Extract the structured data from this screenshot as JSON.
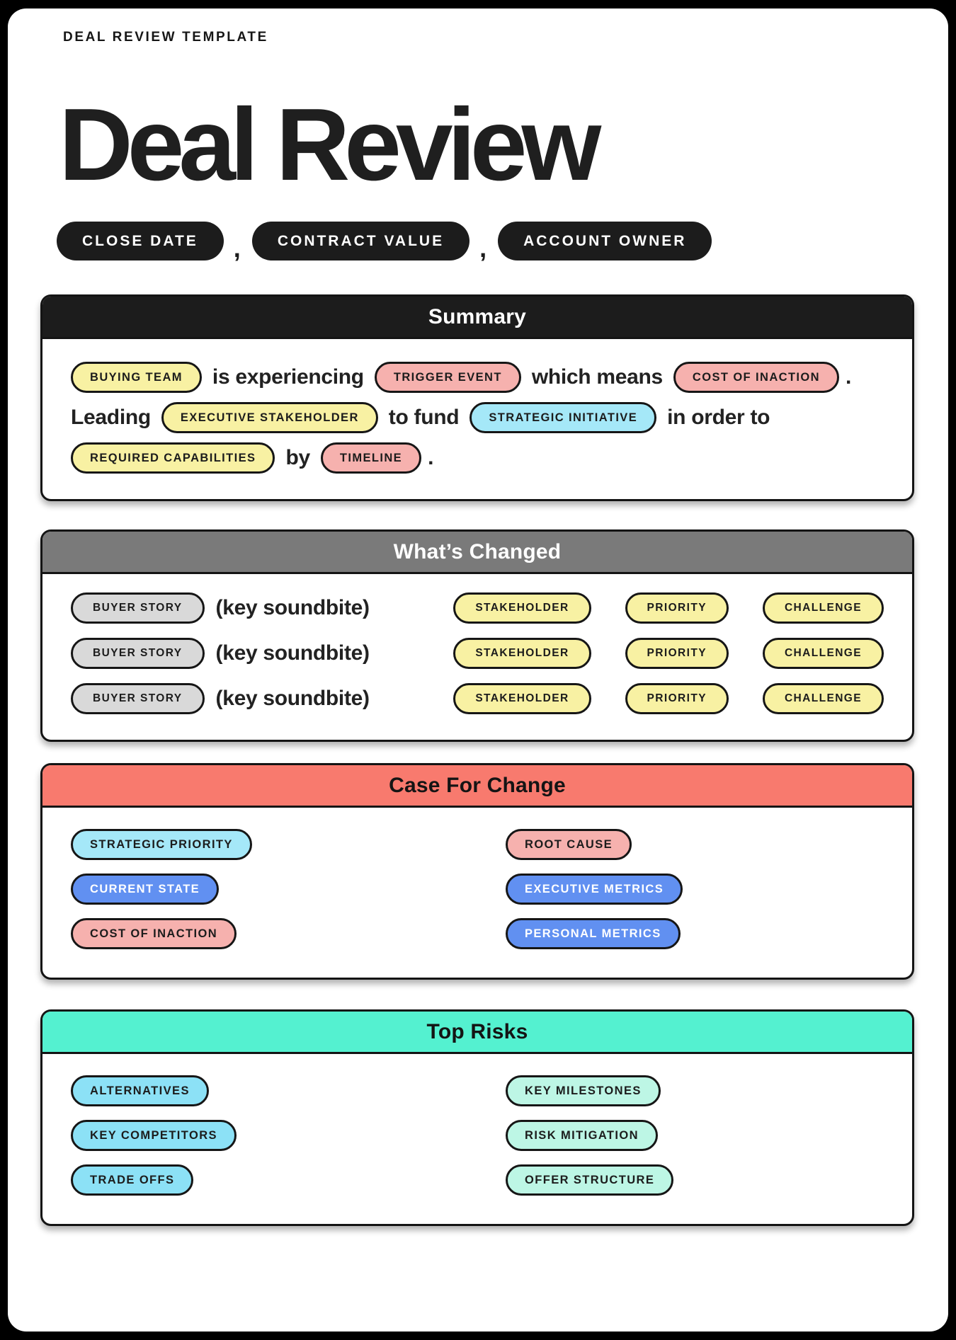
{
  "page": {
    "kicker": "DEAL REVIEW TEMPLATE",
    "title": "Deal Review"
  },
  "meta": {
    "separator": ",",
    "pills": [
      "CLOSE DATE",
      "CONTRACT VALUE",
      "ACCOUNT OWNER"
    ]
  },
  "colors": {
    "frame": "#000000",
    "ink": "#1C1C1C",
    "header_black": "#1C1C1C",
    "header_gray": "#7A7A7A",
    "header_red": "#F87A6E",
    "header_teal": "#54F1D0",
    "pill_yellow": "#F8F1A3",
    "pill_pink": "#F6B1AE",
    "pill_sky_light": "#A5E8F8",
    "pill_sky": "#8CE1F6",
    "pill_mint": "#BDF6E5",
    "pill_blue": "#6190F1",
    "pill_gray": "#D9D9D9"
  },
  "summary": {
    "header": "Summary",
    "line1": [
      {
        "text": "BUYING TEAM"
      },
      {
        "text": "is experiencing"
      },
      {
        "text": "TRIGGER EVENT"
      },
      {
        "text": "which means"
      },
      {
        "text": "COST OF INACTION"
      },
      {
        "text": "."
      }
    ],
    "line2": [
      {
        "text": "Leading"
      },
      {
        "text": "EXECUTIVE STAKEHOLDER"
      },
      {
        "text": "to fund"
      },
      {
        "text": "STRATEGIC INITIATIVE"
      },
      {
        "text": "in order to"
      }
    ],
    "line3": [
      {
        "text": "REQUIRED CAPABILITIES"
      },
      {
        "text": "by"
      },
      {
        "text": "TIMELINE"
      },
      {
        "text": "."
      }
    ]
  },
  "whats_changed": {
    "header": "What’s Changed",
    "rows": [
      {
        "buyer_story": "BUYER STORY",
        "soundbite": "(key soundbite)",
        "stakeholder": "STAKEHOLDER",
        "priority": "PRIORITY",
        "challenge": "CHALLENGE"
      },
      {
        "buyer_story": "BUYER STORY",
        "soundbite": "(key soundbite)",
        "stakeholder": "STAKEHOLDER",
        "priority": "PRIORITY",
        "challenge": "CHALLENGE"
      },
      {
        "buyer_story": "BUYER STORY",
        "soundbite": "(key soundbite)",
        "stakeholder": "STAKEHOLDER",
        "priority": "PRIORITY",
        "challenge": "CHALLENGE"
      }
    ]
  },
  "case_for_change": {
    "header": "Case For Change",
    "left": [
      {
        "text": "STRATEGIC PRIORITY"
      },
      {
        "text": "CURRENT STATE"
      },
      {
        "text": "COST OF INACTION"
      }
    ],
    "right": [
      {
        "text": "ROOT CAUSE"
      },
      {
        "text": "EXECUTIVE METRICS"
      },
      {
        "text": "PERSONAL METRICS"
      }
    ]
  },
  "top_risks": {
    "header": "Top Risks",
    "left": [
      {
        "text": "ALTERNATIVES"
      },
      {
        "text": "KEY COMPETITORS"
      },
      {
        "text": "TRADE OFFS"
      }
    ],
    "right": [
      {
        "text": "KEY MILESTONES"
      },
      {
        "text": "RISK MITIGATION"
      },
      {
        "text": "OFFER STRUCTURE"
      }
    ]
  }
}
